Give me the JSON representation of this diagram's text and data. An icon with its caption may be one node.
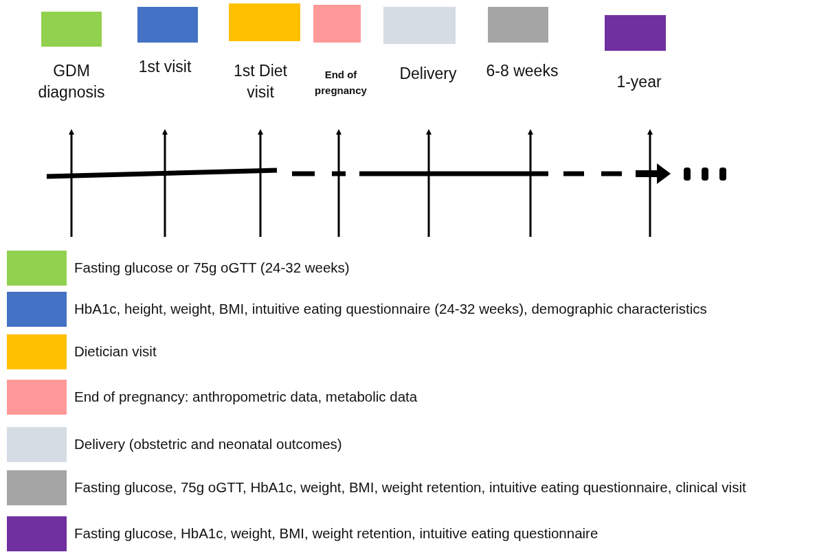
{
  "diagram": {
    "legend": [
      {
        "text": "GDM diagnosis",
        "color": "#92d050"
      },
      {
        "text": "1st visit",
        "color": "#4472c4"
      },
      {
        "text": "1st Diet visit",
        "color": "#ffc000"
      },
      {
        "text": "End of pregnancy",
        "color": "#ff9999"
      },
      {
        "text": "Delivery",
        "color": "#d6dce4"
      },
      {
        "text": "6-8 weeks",
        "color": "#a5a5a5"
      },
      {
        "text": "1-year",
        "color": "#7030a0"
      },
      {
        "text": "Fasting glucose or 75g oGTT (24-32 weeks)",
        "color": "#92d050"
      },
      {
        "text": "HbA1c, height, weight, BMI, intuitive eating questionnaire (24-32 weeks), demographic characteristics",
        "color": "#4472c4"
      },
      {
        "text": "Dietician visit",
        "color": "#ffc000"
      },
      {
        "text": "End of pregnancy: anthropometric data, metabolic data",
        "color": "#ff9999"
      },
      {
        "text": "Delivery (obstetric and neonatal outcomes)",
        "color": "#d6dce4"
      },
      {
        "text": "Fasting glucose, 75g oGTT, HbA1c, weight, BMI, weight retention, intuitive eating questionnaire, clinical visit",
        "color": "#a5a5a5"
      },
      {
        "text": "Fasting glucose, HbA1c, weight, BMI, weight retention, intuitive eating questionnaire",
        "color": "#7030a0"
      }
    ]
  }
}
